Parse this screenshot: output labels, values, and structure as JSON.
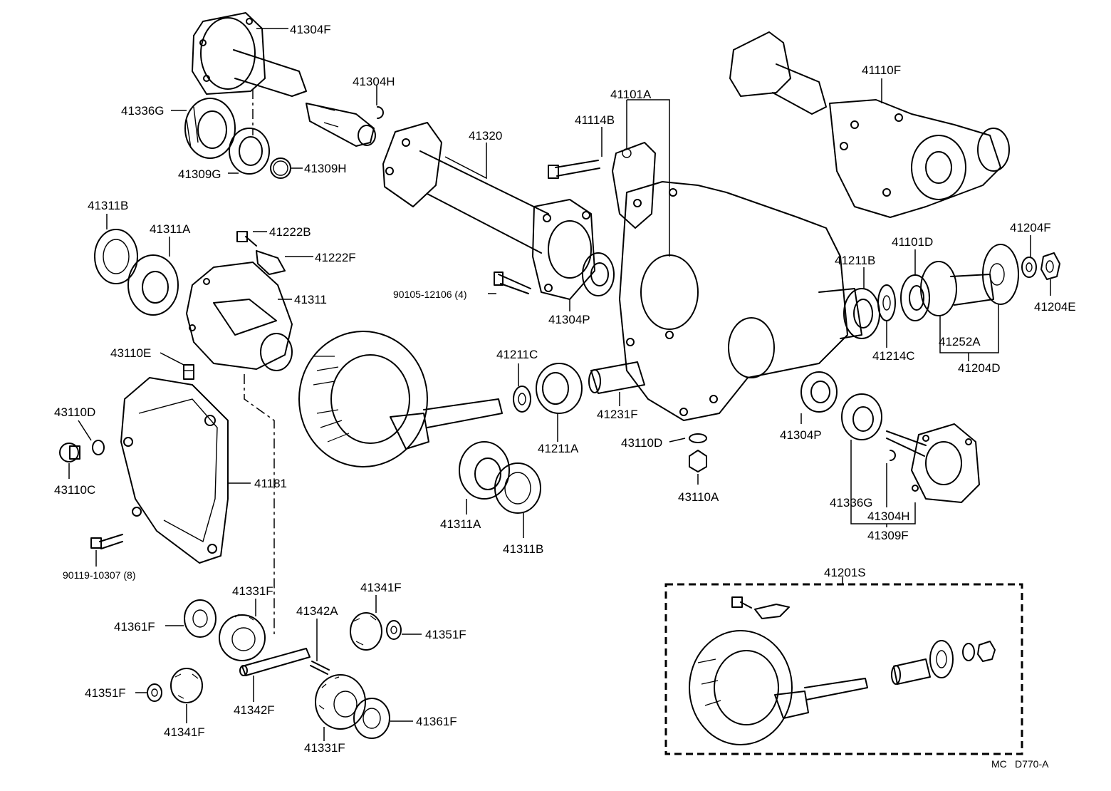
{
  "labels": {
    "p41304F_top": "41304F",
    "p41304H_top": "41304H",
    "p41336G_top": "41336G",
    "p41309G": "41309G",
    "p41309H": "41309H",
    "p41320": "41320",
    "p41101A": "41101A",
    "p41114B": "41114B",
    "p41110F": "41110F",
    "p41311B_left": "41311B",
    "p41311A_left": "41311A",
    "p41222B": "41222B",
    "p41222F": "41222F",
    "p41311": "41311",
    "p90105": "90105-12106 (4)",
    "p41304P_left": "41304P",
    "p41211B": "41211B",
    "p41101D": "41101D",
    "p41204F": "41204F",
    "p41204E": "41204E",
    "p41252A": "41252A",
    "p41204D": "41204D",
    "p41214C": "41214C",
    "p43110E": "43110E",
    "p41211C": "41211C",
    "p41211A": "41211A",
    "p41231F": "41231F",
    "p43110D_left": "43110D",
    "p43110C": "43110C",
    "p41181": "41181",
    "p43110D_mid": "43110D",
    "p43110A": "43110A",
    "p41304P_right": "41304P",
    "p41336G_right": "41336G",
    "p41304H_right": "41304H",
    "p41309F": "41309F",
    "p41311A_mid": "41311A",
    "p41311B_mid": "41311B",
    "p90119": "90119-10307 (8)",
    "p41201S": "41201S",
    "p41331F_top": "41331F",
    "p41361F_left": "41361F",
    "p41342A": "41342A",
    "p41341F_top": "41341F",
    "p41351F_right": "41351F",
    "p41351F_left": "41351F",
    "p41341F_bottom": "41341F",
    "p41342F": "41342F",
    "p41361F_right": "41361F",
    "p41331F_bottom": "41331F",
    "code_mc": "MC",
    "code_ref": "D770-A"
  }
}
